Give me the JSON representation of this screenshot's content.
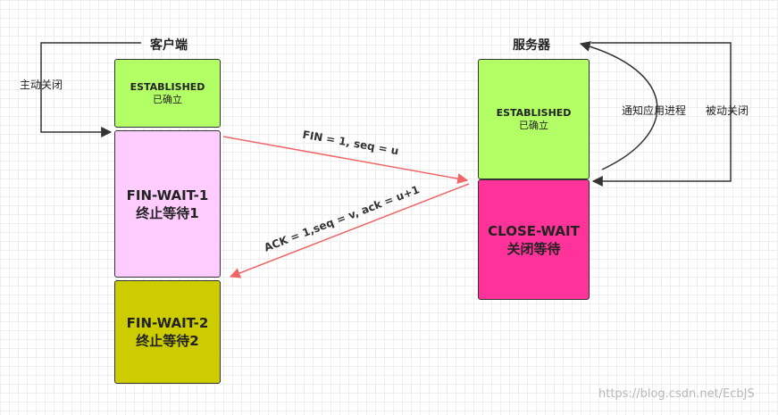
{
  "client": {
    "title": "客户端",
    "active_close": "主动关闭",
    "states": [
      {
        "name": "ESTABLISHED",
        "sub": "已确立",
        "color": "#b3ff66"
      },
      {
        "name": "FIN-WAIT-1",
        "sub": "终止等待1",
        "color": "#ffccff"
      },
      {
        "name": "FIN-WAIT-2",
        "sub": "终止等待2",
        "color": "#cccc00"
      }
    ]
  },
  "server": {
    "title": "服务器",
    "notify_app": "通知应用进程",
    "passive_close": "被动关闭",
    "states": [
      {
        "name": "ESTABLISHED",
        "sub": "已确立",
        "color": "#b3ff66"
      },
      {
        "name": "CLOSE-WAIT",
        "sub": "关闭等待",
        "color": "#ff3399"
      }
    ]
  },
  "messages": {
    "fin": "FIN = 1, seq = u",
    "ack": "ACK = 1,seq = v, ack = u+1"
  },
  "colors": {
    "message_arrow": "#f06666",
    "flow_arrow": "#333333"
  },
  "watermark": "https://blog.csdn.net/EcbJS"
}
